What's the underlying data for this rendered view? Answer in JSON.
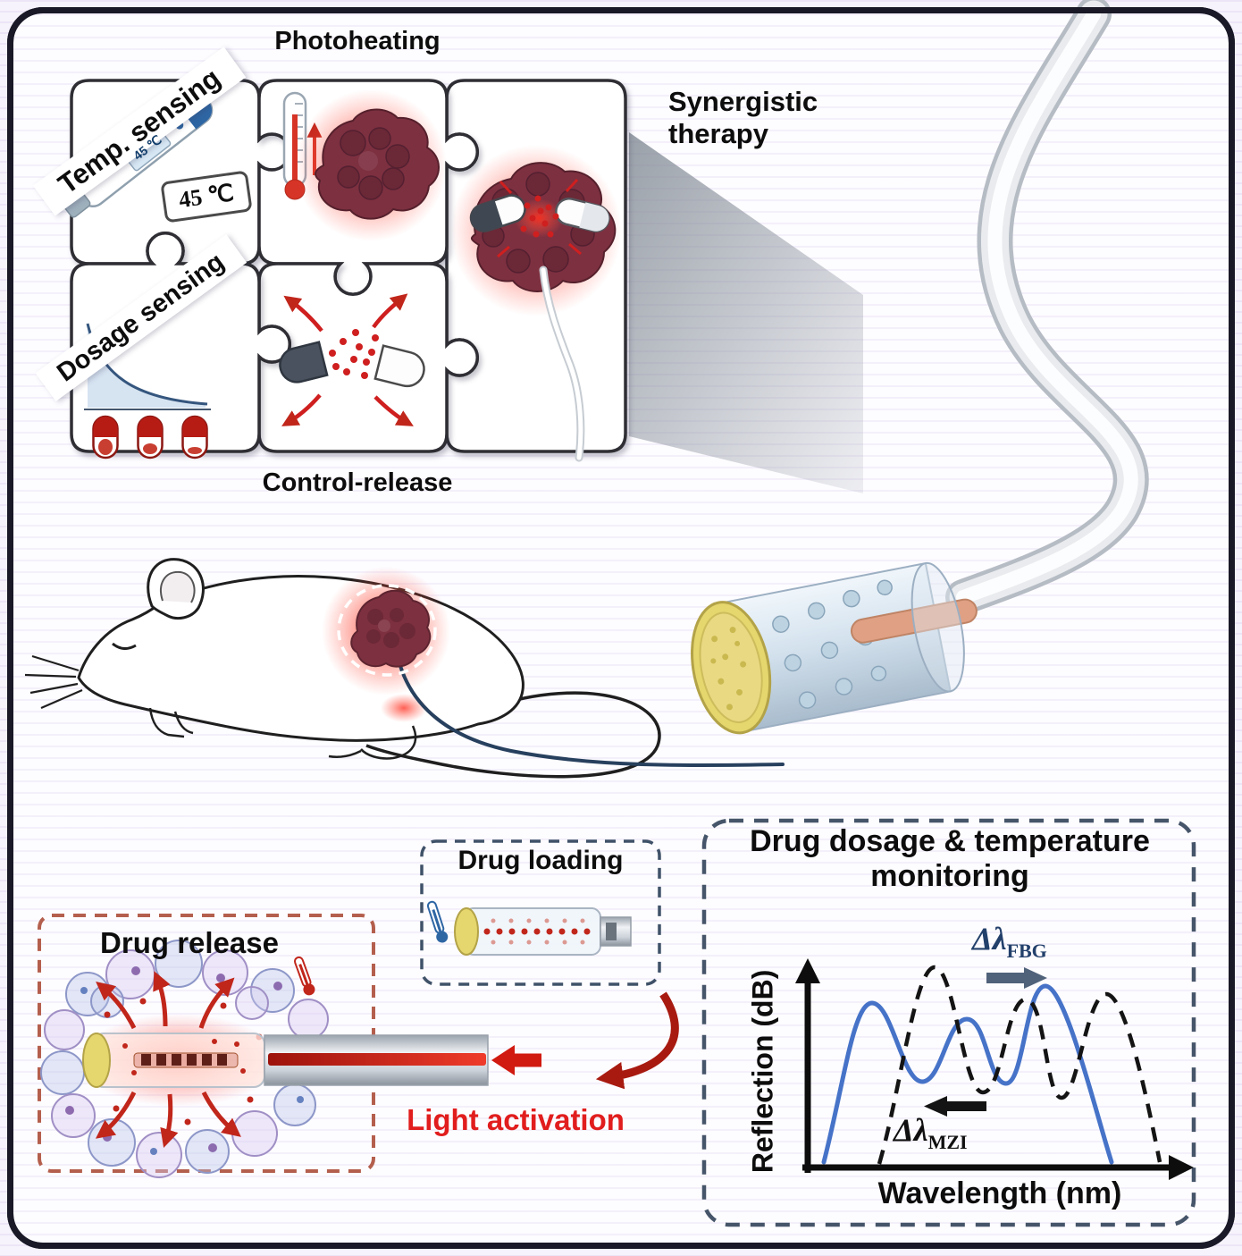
{
  "puzzle": {
    "photoheating_label": "Photoheating",
    "temp_sensing_label": "Temp. sensing",
    "thermometer_reading": "45 ℃",
    "temp_badge": "45 ℃",
    "dosage_sensing_label": "Dosage sensing",
    "control_release_label": "Control-release",
    "synergistic_line1": "Synergistic",
    "synergistic_line2": "therapy"
  },
  "drug_loading": {
    "title": "Drug loading"
  },
  "drug_release": {
    "title": "Drug release",
    "light_activation_label": "Light activation"
  },
  "monitoring": {
    "title_line1": "Drug dosage & temperature",
    "title_line2": "monitoring",
    "ylabel": "Reflection (dB)",
    "xlabel": "Wavelength (nm)",
    "fbg_delta": "Δλ",
    "fbg_sub": "FBG",
    "mzi_delta": "Δλ",
    "mzi_sub": "MZI"
  },
  "colors": {
    "panel_border": "#191927",
    "accent_red": "#c1261b",
    "light_activation_red": "#e11d1d",
    "curve_blue": "#4673c8",
    "curve_dashed": "#141414",
    "release_box_border": "#b45f4d",
    "monitor_box_border": "#465569",
    "loading_box_border": "#3f5268",
    "fbg_navy": "#23406b",
    "tumor_maroon": "#7d3040",
    "fiber_cap_yellow": "#e5d66d"
  },
  "chart_data": {
    "type": "line",
    "title": "Drug dosage & temperature monitoring",
    "xlabel": "Wavelength (nm)",
    "ylabel": "Reflection (dB)",
    "axes_numeric": false,
    "annotations": [
      {
        "text": "ΔλFBG",
        "meaning": "FBG peak wavelength shift",
        "direction": "right"
      },
      {
        "text": "ΔλMZI",
        "meaning": "MZI fringe wavelength shift",
        "direction": "left"
      }
    ],
    "series": [
      {
        "name": "spectrum before shift (solid blue)",
        "style": "solid",
        "color": "#4673c8",
        "peaks_x_rel": [
          0.13,
          0.39,
          0.6
        ],
        "peaks_y_rel": [
          0.82,
          0.74,
          0.91
        ]
      },
      {
        "name": "spectrum after shift (dashed black)",
        "style": "dashed",
        "color": "#141414",
        "peaks_x_rel": [
          0.3,
          0.55,
          0.77
        ],
        "peaks_y_rel": [
          0.99,
          0.84,
          0.87
        ]
      }
    ]
  }
}
